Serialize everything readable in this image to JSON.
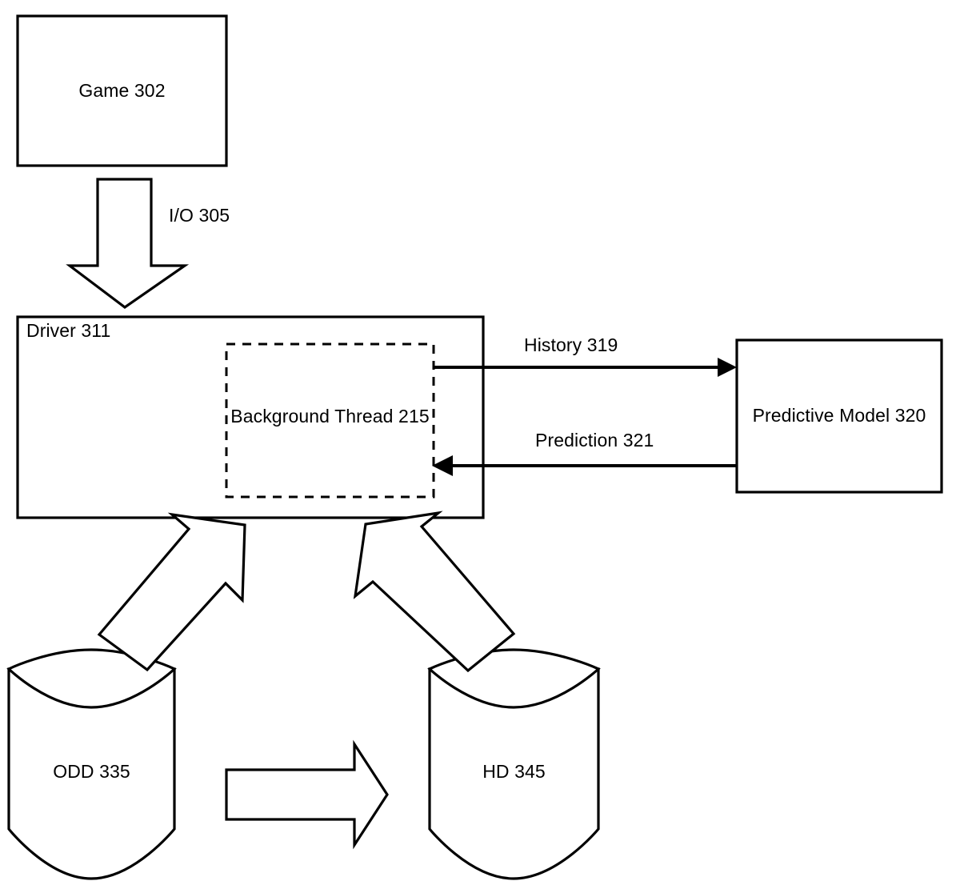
{
  "figure": {
    "type": "block-diagram",
    "description": "Patent figure: game driver with background thread, predictive model, and optical/hard disk storage",
    "background_color": "#ffffff",
    "line_color": "#000000"
  },
  "nodes": [
    {
      "id": "game",
      "label": "Game 302",
      "shape": "rectangle",
      "border": "solid"
    },
    {
      "id": "driver",
      "label": "Driver 311",
      "shape": "rectangle",
      "border": "solid",
      "label_position": "top-left"
    },
    {
      "id": "background_thread",
      "label": "Background Thread 215",
      "shape": "rectangle",
      "border": "dashed"
    },
    {
      "id": "predictive_model",
      "label": "Predictive Model 320",
      "shape": "rectangle",
      "border": "solid"
    },
    {
      "id": "odd",
      "label": "ODD 335",
      "shape": "cylinder",
      "border": "solid"
    },
    {
      "id": "hd",
      "label": "HD 345",
      "shape": "cylinder",
      "border": "solid"
    }
  ],
  "edges": [
    {
      "id": "io",
      "label": "I/O 305",
      "from": "game",
      "to": "driver",
      "style": "block-arrow",
      "direction": "down"
    },
    {
      "id": "history",
      "label": "History 319",
      "from": "background_thread",
      "to": "predictive_model",
      "style": "line-arrow",
      "direction": "right"
    },
    {
      "id": "prediction",
      "label": "Prediction 321",
      "from": "predictive_model",
      "to": "background_thread",
      "style": "line-arrow",
      "direction": "left"
    },
    {
      "id": "odd_to_driver",
      "label": "",
      "from": "odd",
      "to": "driver",
      "style": "block-arrow",
      "direction": "up-right"
    },
    {
      "id": "hd_to_driver",
      "label": "",
      "from": "hd",
      "to": "driver",
      "style": "block-arrow",
      "direction": "up-left"
    },
    {
      "id": "odd_to_hd",
      "label": "",
      "from": "odd",
      "to": "hd",
      "style": "block-arrow",
      "direction": "right"
    }
  ]
}
